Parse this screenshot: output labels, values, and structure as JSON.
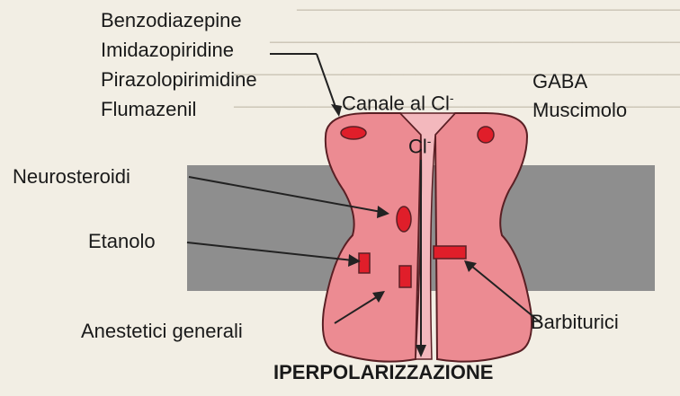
{
  "diagram": {
    "left_top_labels": [
      "Benzodiazepine",
      "Imidazopiridine",
      "Pirazolopirimidine",
      "Flumazenil"
    ],
    "channel_label": "Canale al Cl",
    "channel_label_sup": "-",
    "gaba_labels": [
      "GABA",
      "Muscimolo"
    ],
    "ion_label": "Cl",
    "ion_label_sup": "-",
    "neurosteroidi": "Neurosteroidi",
    "etanolo": "Etanolo",
    "anestetici": "Anestetici generali",
    "barbiturici": "Barbiturici",
    "outcome": "IPERPOLARIZZAZIONE"
  },
  "colors": {
    "membrane": "#8e8e8e",
    "receptor_fill": "#ec8b92",
    "receptor_light": "#f3b8bd",
    "site_red": "#e01e2a",
    "background": "#f2eee4"
  }
}
